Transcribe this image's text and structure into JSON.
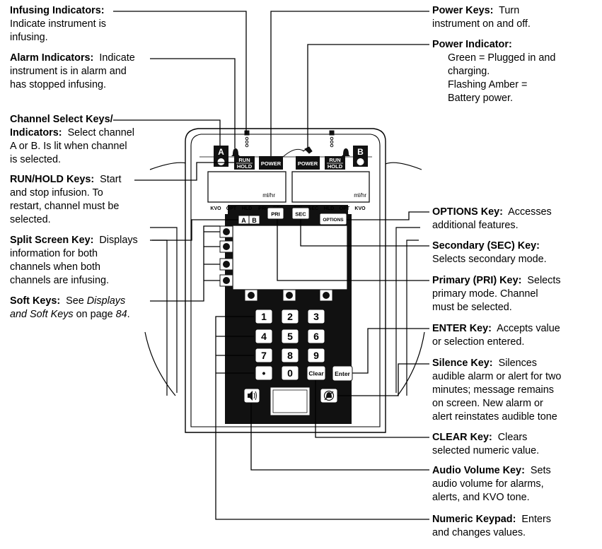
{
  "device": {
    "channel_a": "A",
    "channel_b": "B",
    "run": "RUN",
    "hold": "HOLD",
    "power": "POWER",
    "display_unit": "ml/hr",
    "left_status": [
      "KVO",
      "OPT",
      "HLD",
      "PRI",
      "SEC"
    ],
    "right_status": [
      "PRI",
      "SEC",
      "HLD",
      "OPT",
      "KVO"
    ],
    "split_key": [
      "A",
      "B"
    ],
    "pri": "PRI",
    "sec": "SEC",
    "options": "OPTIONS",
    "keypad": [
      "1",
      "2",
      "3",
      "4",
      "5",
      "6",
      "7",
      "8",
      "9",
      "•",
      "0",
      "Clear"
    ],
    "enter": "Enter"
  },
  "callouts": {
    "infusing": {
      "title": "Infusing Indicators:",
      "text1": "Indicate instrument is",
      "text2": "infusing."
    },
    "alarm": {
      "title": "Alarm Indicators:",
      "text1": "Indicate",
      "text2": "instrument is in alarm and",
      "text3": "has stopped infusing."
    },
    "channel": {
      "title1": "Channel Select Keys/",
      "title2": "Indicators:",
      "text1": "Select channel",
      "text2": "A or B.  Is lit when channel",
      "text3": "is selected."
    },
    "runhold": {
      "title": "RUN/HOLD Keys:",
      "text1": "Start",
      "text2": "and stop infusion.  To",
      "text3": "restart, channel must be",
      "text4": "selected."
    },
    "split": {
      "title": "Split Screen Key:",
      "text1": "Displays",
      "text2": "information for both",
      "text3": "channels when both",
      "text4": "channels are infusing."
    },
    "soft": {
      "title": "Soft Keys:",
      "text1": "See",
      "text_italic": "Displays",
      "text2": "and Soft Keys",
      "text3": "on page",
      "page": "84",
      "end": "."
    },
    "power_keys": {
      "title": "Power Keys:",
      "text1": "Turn",
      "text2": "instrument on and off."
    },
    "power_ind": {
      "title": "Power Indicator:",
      "text1": "Green = Plugged in and",
      "text2": "charging.",
      "text3": "Flashing Amber =",
      "text4": "Battery power."
    },
    "options": {
      "title": "OPTIONS Key:",
      "text1": "Accesses",
      "text2": "additional features."
    },
    "secondary": {
      "title": "Secondary (SEC) Key:",
      "text1": "Selects secondary mode."
    },
    "primary": {
      "title": "Primary (PRI) Key:",
      "text1": "Selects",
      "text2": "primary mode.  Channel",
      "text3": "must be selected."
    },
    "enter": {
      "title": "ENTER Key:",
      "text1": "Accepts value",
      "text2": "or selection entered."
    },
    "silence": {
      "title": "Silence Key:",
      "text1": "Silences",
      "text2": "audible alarm or alert for two",
      "text3": "minutes; message remains",
      "text4": "on screen.  New alarm or",
      "text5": "alert reinstates audible tone"
    },
    "clear": {
      "title": "CLEAR Key:",
      "text1": "Clears",
      "text2": "selected numeric value."
    },
    "audio": {
      "title": "Audio Volume Key:",
      "text1": "Sets",
      "text2": "audio volume for alarms,",
      "text3": "alerts, and KVO tone."
    },
    "numeric": {
      "title": "Numeric Keypad:",
      "text1": "Enters",
      "text2": "and changes values."
    }
  }
}
